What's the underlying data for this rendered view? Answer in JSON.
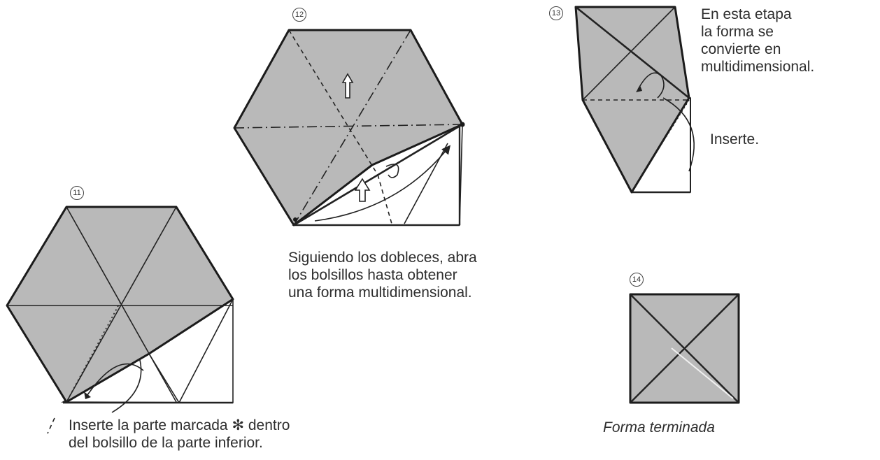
{
  "steps": [
    {
      "number": "11",
      "caption_lines": [
        "Inserte la parte marcada ✻ dentro",
        "del bolsillo de la parte inferior."
      ]
    },
    {
      "number": "12",
      "caption_lines": [
        "Siguiendo los dobleces, abra",
        "los bolsillos hasta obtener",
        "una forma multidimensional."
      ]
    },
    {
      "number": "13",
      "caption_lines": [
        "En esta etapa",
        "la forma se",
        "convierte en",
        "multidimensional."
      ],
      "note": "Inserte."
    },
    {
      "number": "14",
      "caption_lines": [
        "Forma terminada"
      ]
    }
  ],
  "colors": {
    "paper_shade": "#b9b9b9",
    "line": "#1b1b1b"
  }
}
